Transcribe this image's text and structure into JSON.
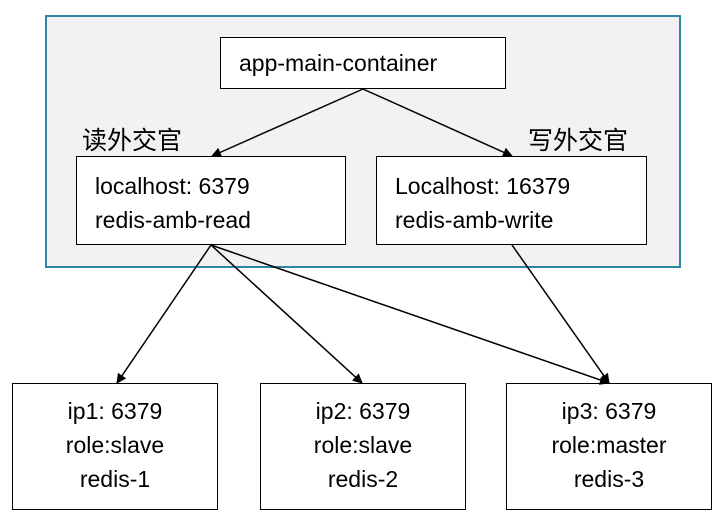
{
  "app": {
    "label": "app-main-container"
  },
  "ambassadors": {
    "read": {
      "title": "读外交官",
      "line1": "localhost: 6379",
      "line2": "redis-amb-read"
    },
    "write": {
      "title": "写外交官",
      "line1": "Localhost: 16379",
      "line2": "redis-amb-write"
    }
  },
  "redis_nodes": [
    {
      "addr": "ip1: 6379",
      "role": "role:slave",
      "name": "redis-1"
    },
    {
      "addr": "ip2: 6379",
      "role": "role:slave",
      "name": "redis-2"
    },
    {
      "addr": "ip3: 6379",
      "role": "role:master",
      "name": "redis-3"
    }
  ],
  "colors": {
    "container_border": "#2e86a6",
    "container_fill": "#f2f2f2",
    "box_border": "#000000",
    "box_fill": "#ffffff"
  }
}
